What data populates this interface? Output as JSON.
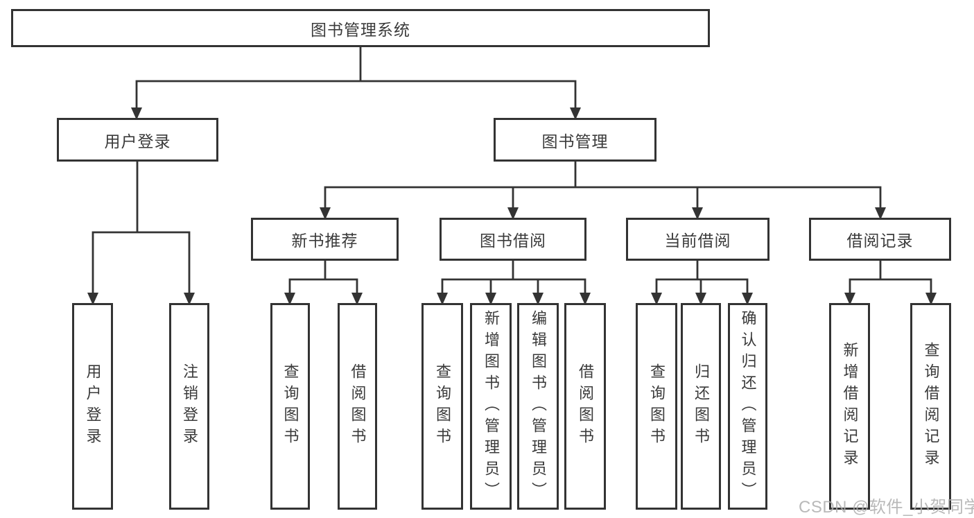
{
  "tree": {
    "root": {
      "label": "图书管理系统"
    },
    "children": [
      {
        "label": "用户登录",
        "children": [
          {
            "label": "用户登录"
          },
          {
            "label": "注销登录"
          }
        ]
      },
      {
        "label": "图书管理",
        "children": [
          {
            "label": "新书推荐",
            "children": [
              {
                "label": "查询图书"
              },
              {
                "label": "借阅图书"
              }
            ]
          },
          {
            "label": "图书借阅",
            "children": [
              {
                "label": "查询图书"
              },
              {
                "label": "新增图书（管理员）"
              },
              {
                "label": "编辑图书（管理员）"
              },
              {
                "label": "借阅图书"
              }
            ]
          },
          {
            "label": "当前借阅",
            "children": [
              {
                "label": "查询图书"
              },
              {
                "label": "归还图书"
              },
              {
                "label": "确认归还（管理员）"
              }
            ]
          },
          {
            "label": "借阅记录",
            "children": [
              {
                "label": "新增借阅记录"
              },
              {
                "label": "查询借阅记录"
              }
            ]
          }
        ]
      }
    ]
  },
  "watermark": "CSDN @软件_小贺同学",
  "colors": {
    "line": "#333333",
    "text": "#3a3a3a",
    "background": "#ffffff",
    "watermark": "#adadad"
  }
}
